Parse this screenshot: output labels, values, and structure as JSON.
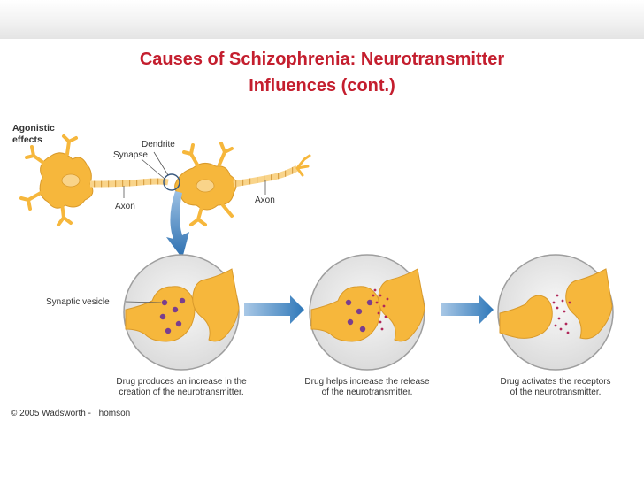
{
  "slide": {
    "title_line1": "Causes of Schizophrenia:  Neurotransmitter",
    "title_line2": "Influences (cont.)"
  },
  "figure": {
    "heading_line1": "Agonistic",
    "heading_line2": "effects",
    "labels": {
      "dendrite": "Dendrite",
      "synapse": "Synapse",
      "axon_left": "Axon",
      "axon_right": "Axon",
      "synaptic_vesicle": "Synaptic vesicle"
    },
    "captions": [
      {
        "line1": "Drug produces an increase in the",
        "line2": "creation of the neurotransmitter."
      },
      {
        "line1": "Drug helps increase the release",
        "line2": "of the neurotransmitter."
      },
      {
        "line1": "Drug activates the receptors",
        "line2": "of the neurotransmitter."
      }
    ],
    "copyright": "© 2005 Wadsworth - Thomson"
  },
  "colors": {
    "title": "#c41e2e",
    "neuron": "#f6b73c",
    "circle_fill": "#ececec",
    "arrow_blue": "#2f78b9",
    "vesicle": "#7a3e8e",
    "neurotransmitter_dot": "#b0285a"
  }
}
